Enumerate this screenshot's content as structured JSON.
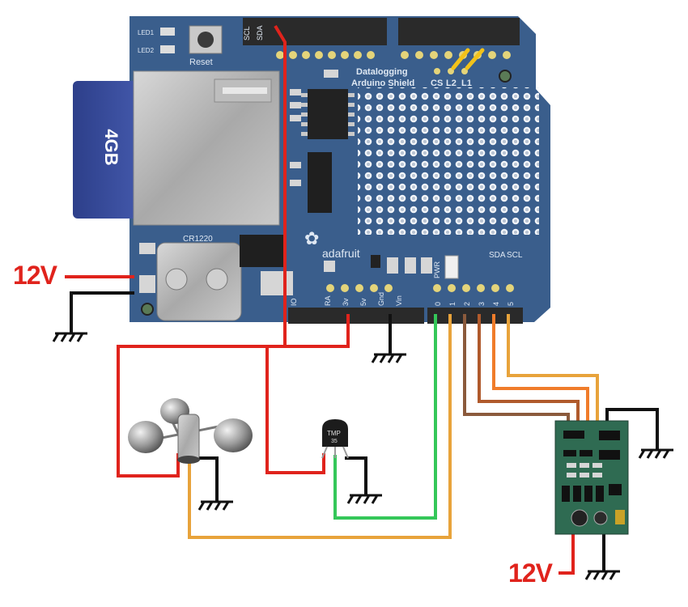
{
  "board": {
    "title_line1": "Datalogging",
    "title_line2": "Arduino Shield",
    "brand": "adafruit",
    "sd_card_label": "4GB",
    "reset_label": "Reset",
    "battery_label": "CR1220",
    "led1_label": "LED1",
    "led2_label": "LED2",
    "cs_label": "CS",
    "l2_label": "L2",
    "l1_label": "L1",
    "pwr_label": "PWR",
    "sda_label": "SDA",
    "scl_label": "SCL",
    "top_left_pins": [
      "SCL",
      "SDA"
    ],
    "power_pins": [
      "IO",
      "RA",
      "3v",
      "5v",
      "Gnd",
      "Vin"
    ],
    "analog_pins": [
      "0",
      "1",
      "2",
      "3",
      "4",
      "5"
    ]
  },
  "labels": {
    "supply_left": "12V",
    "supply_right": "12V"
  },
  "sensors": {
    "temp_label_line1": "TMP",
    "temp_label_line2": "35"
  },
  "colors": {
    "board": "#3a5e8c",
    "wire_red": "#e0231c",
    "wire_black": "#111111",
    "wire_green": "#34c759",
    "wire_orange": "#e8a33b",
    "wire_brown": "#8b5a3c",
    "wire_yellow": "#f2c21a"
  }
}
